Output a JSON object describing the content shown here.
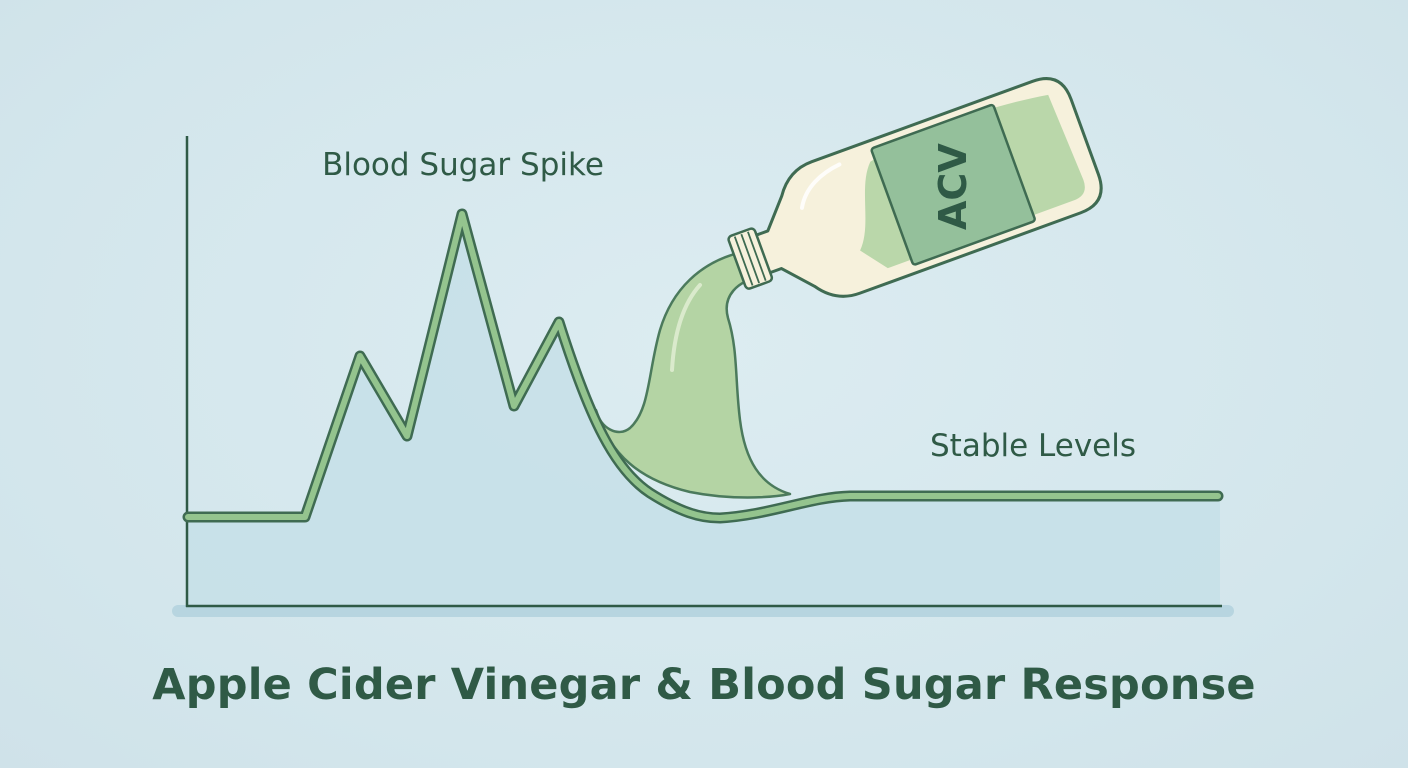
{
  "labels": {
    "spike": "Blood Sugar Spike",
    "stable": "Stable Levels",
    "bottle": "ACV"
  },
  "title": "Apple Cider Vinegar & Blood Sugar Response",
  "colors": {
    "background": "#d5e7ed",
    "line": "#8fbf8a",
    "line_outline": "#3f6b52",
    "area_fill": "#c6e0e8",
    "liquid": "#b4d4a4",
    "bottle_glass": "#f6f1dc",
    "label_panel": "#94c09b",
    "text": "#2f5a46"
  },
  "icons": {
    "bottle": "vinegar-bottle-icon",
    "stream": "pouring-liquid-icon"
  }
}
